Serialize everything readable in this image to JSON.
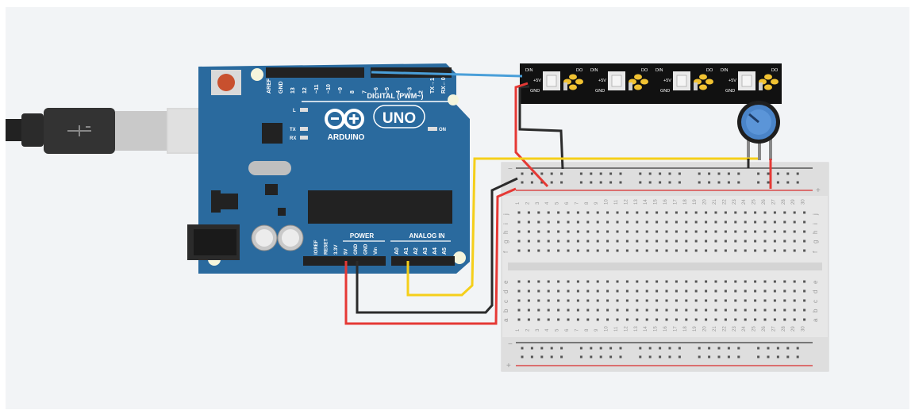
{
  "board": {
    "brand": "ARDUINO",
    "model": "UNO",
    "digital_header": "DIGITAL (PWM~)",
    "power_header": "POWER",
    "analog_header": "ANALOG IN",
    "on_label": "ON",
    "l_label": "L",
    "tx_label": "TX",
    "rx_label": "RX",
    "digital_pins": [
      "AREF",
      "GND",
      "13",
      "12",
      "~11",
      "~10",
      "~9",
      "8",
      "7",
      "~6",
      "~5",
      "4",
      "~3",
      "2",
      "TX→1",
      "RX←0"
    ],
    "power_pins": [
      "IOREF",
      "RESET",
      "3.3V",
      "5V",
      "GND",
      "GND",
      "Vin"
    ],
    "analog_pins": [
      "A0",
      "A1",
      "A2",
      "A3",
      "A4",
      "A5"
    ]
  },
  "led_strip": {
    "in_label": "DIN",
    "out_label": "DO",
    "vcc_label": "+5V",
    "gnd_label": "GND",
    "pixel_count": 4
  },
  "breadboard": {
    "columns": [
      "1",
      "2",
      "3",
      "4",
      "5",
      "6",
      "7",
      "8",
      "9",
      "10",
      "11",
      "12",
      "13",
      "14",
      "15",
      "16",
      "17",
      "18",
      "19",
      "20",
      "21",
      "22",
      "23",
      "24",
      "25",
      "26",
      "27",
      "28",
      "29",
      "30"
    ],
    "rows_top": [
      "j",
      "i",
      "h",
      "g",
      "f"
    ],
    "rows_bottom": [
      "e",
      "d",
      "c",
      "b",
      "a"
    ],
    "rail_minus": "−",
    "rail_plus": "+"
  },
  "colors": {
    "background": "#f2f4f6",
    "board": "#2a6a9e",
    "wire_red": "#e53935",
    "wire_black": "#2b2b2b",
    "wire_yellow": "#f5cf1a",
    "wire_blue": "#4a9fd9",
    "pot_knob": "#4a84c8"
  },
  "icons": {
    "usb_cable": "usb-cable-icon",
    "potentiometer": "potentiometer-icon",
    "infinity_logo": "arduino-infinity-logo-icon"
  }
}
